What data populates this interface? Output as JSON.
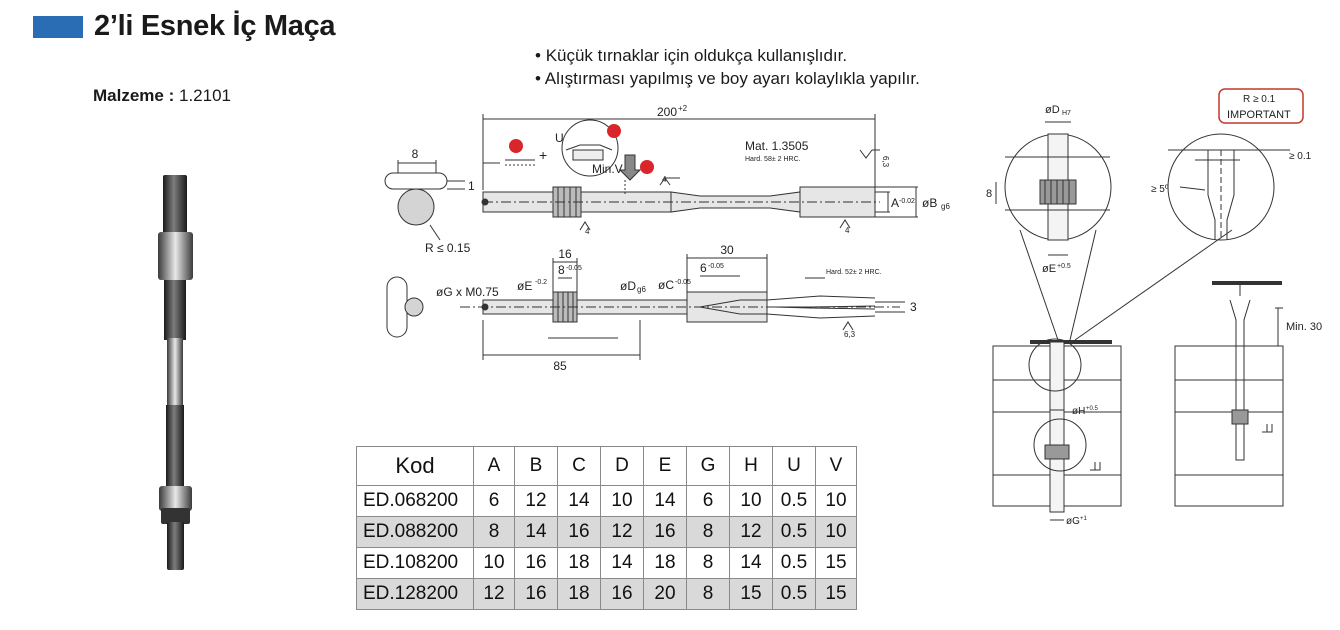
{
  "header": {
    "title": "2’li Esnek İç Maça",
    "material_label": "Malzeme :",
    "material_value": "1.2101",
    "accent_color": "#2a6db5"
  },
  "features": [
    "Küçük tırnaklar için oldukça kullanışlıdır.",
    "Alıştırması yapılmış ve boy ayarı kolaylıkla yapılır."
  ],
  "drawing_top": {
    "length": "200",
    "length_tol": "+2",
    "mat_label": "Mat. 1.3505",
    "hard_label": "Hard. 58± 2 HRC.",
    "dim_8": "8",
    "dim_1": "1",
    "radius": "R ≤ 0.15",
    "dim_U": "U",
    "dim_minV": "Min.V",
    "dim_A": "A",
    "dim_A_tol": "-0.02",
    "dim_B": "øB",
    "dim_B_tol": "g6",
    "roughness_63": "6,3",
    "roughness_4a": "4",
    "roughness_4b": "4",
    "roughness_4c": "4",
    "plus": "+"
  },
  "drawing_bottom": {
    "dim_16": "16",
    "dim_30": "30",
    "dim_8": "8",
    "dim_8_tol": "-0.05",
    "dim_6": "6",
    "dim_6_tol": "-0.05",
    "hard_label": "Hard. 52± 2 HRC.",
    "dim_G": "øG x M0.75",
    "dim_E": "øE",
    "dim_E_tol": "-0.2",
    "dim_D": "øD",
    "dim_D_tol": "g6",
    "dim_C": "øC",
    "dim_C_tol": "-0.05",
    "dim_3": "3",
    "dim_85": "85",
    "roughness_63": "6,3"
  },
  "drawing_right": {
    "dim_D": "øD",
    "dim_D_tol": "H7",
    "dim_8": "8",
    "dim_E": "øE",
    "dim_E_tol": "+0.5",
    "note_r": "R ≥ 0.1",
    "note_important": "IMPORTANT",
    "note_01": "≥ 0.1",
    "note_5deg": "≥ 5º",
    "dim_min30": "Min. 30",
    "dim_H": "øH",
    "dim_H_tol": "+0.5",
    "dim_G": "øG",
    "dim_G_tol": "+1",
    "note_color": "#c0392b"
  },
  "table": {
    "headers": [
      "Kod",
      "A",
      "B",
      "C",
      "D",
      "E",
      "G",
      "H",
      "U",
      "V"
    ],
    "rows": [
      [
        "ED.068200",
        "6",
        "12",
        "14",
        "10",
        "14",
        "6",
        "10",
        "0.5",
        "10"
      ],
      [
        "ED.088200",
        "8",
        "14",
        "16",
        "12",
        "16",
        "8",
        "12",
        "0.5",
        "10"
      ],
      [
        "ED.108200",
        "10",
        "16",
        "18",
        "14",
        "18",
        "8",
        "14",
        "0.5",
        "15"
      ],
      [
        "ED.128200",
        "12",
        "16",
        "18",
        "16",
        "20",
        "8",
        "15",
        "0.5",
        "15"
      ]
    ]
  }
}
